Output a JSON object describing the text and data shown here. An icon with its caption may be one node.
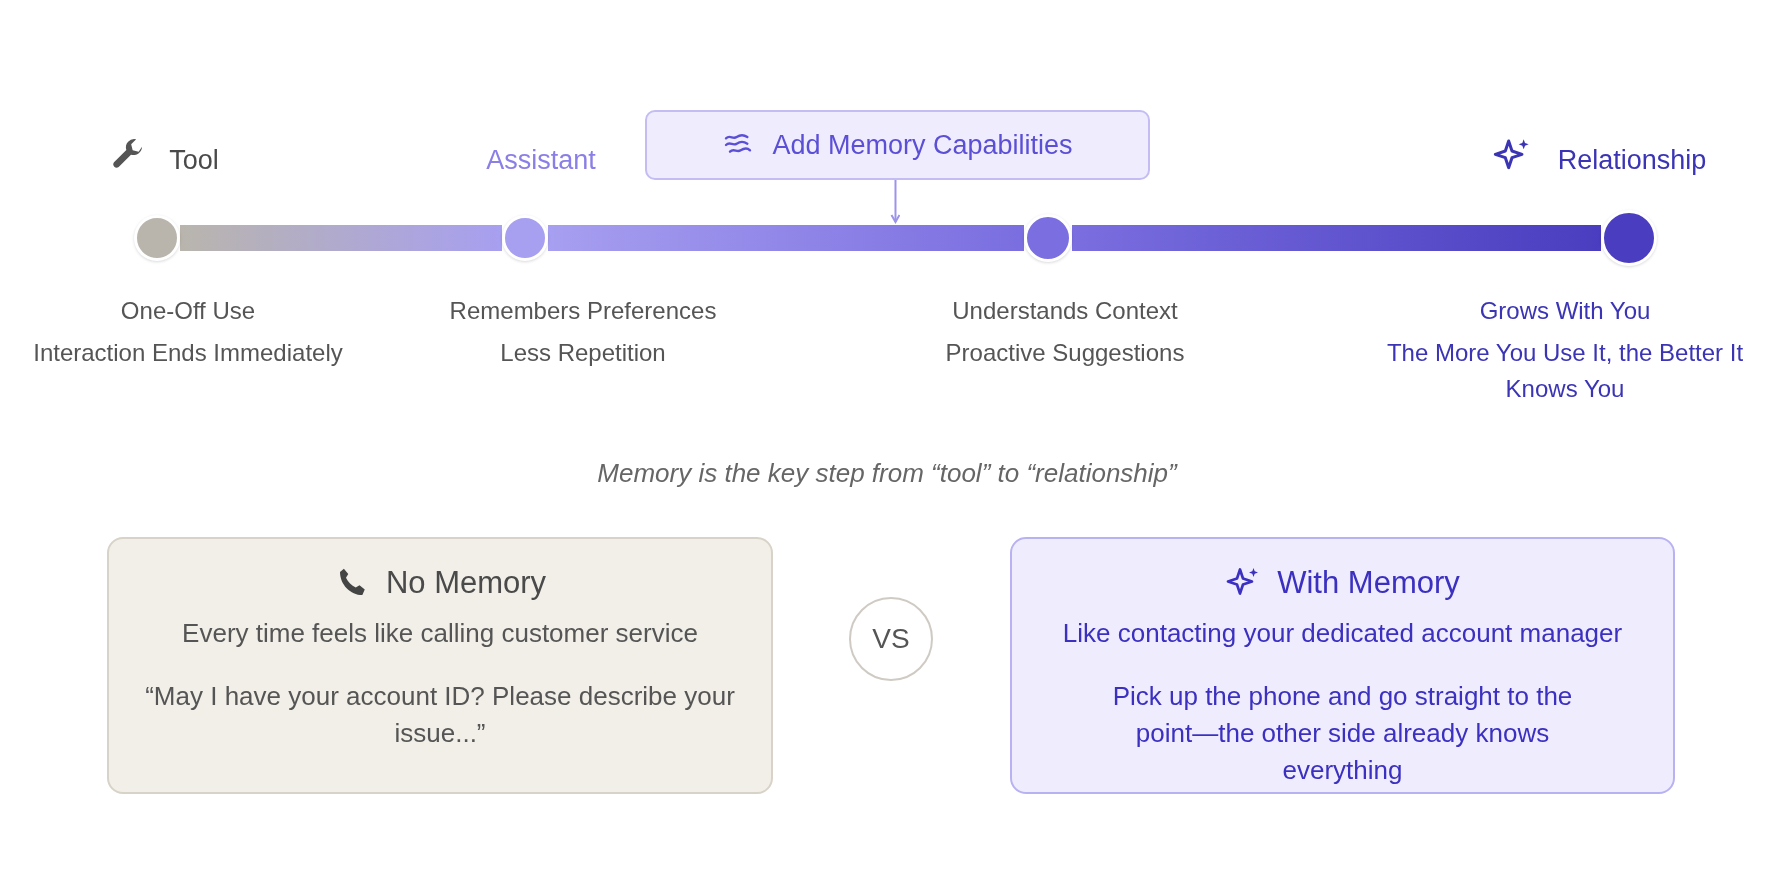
{
  "diagram": {
    "nodes": [
      {
        "text": [],
        "shape": "circle",
        "beside": [
          "Tool",
          "One-Off Use",
          "Interaction Ends Immediately"
        ]
      },
      {
        "text": [],
        "shape": "circle",
        "beside": [
          "Assistant",
          "Remembers Preferences",
          "Less Repetition"
        ]
      },
      {
        "text": [],
        "shape": "circle",
        "beside": [
          "Understands Context",
          "Proactive Suggestions"
        ]
      },
      {
        "text": [],
        "shape": "circle",
        "beside": [
          "Relationship",
          "Grows With You",
          "The More You Use It, the Better It Knows You"
        ]
      },
      {
        "text": [
          "Add Memory Capabilities"
        ]
      },
      {
        "text": [
          "No Memory",
          "Every time feels like calling customer service",
          "“May I have your account ID? Please describe your issue...”"
        ]
      },
      {
        "text": [
          "VS"
        ]
      },
      {
        "text": [
          "With Memory",
          "Like contacting your dedicated account manager",
          "Pick up the phone and go straight to the point—the other side already knows everything"
        ]
      }
    ],
    "edges": [
      {
        "from": 0,
        "to": 1,
        "arrow": "none"
      },
      {
        "from": 1,
        "to": 2,
        "arrow": "none"
      },
      {
        "from": 2,
        "to": 3,
        "arrow": "none"
      },
      {
        "from": 4,
        "to": null,
        "arrow": "to"
      }
    ],
    "labels": [
      "Memory is the key step from “tool” to “relationship”"
    ]
  }
}
